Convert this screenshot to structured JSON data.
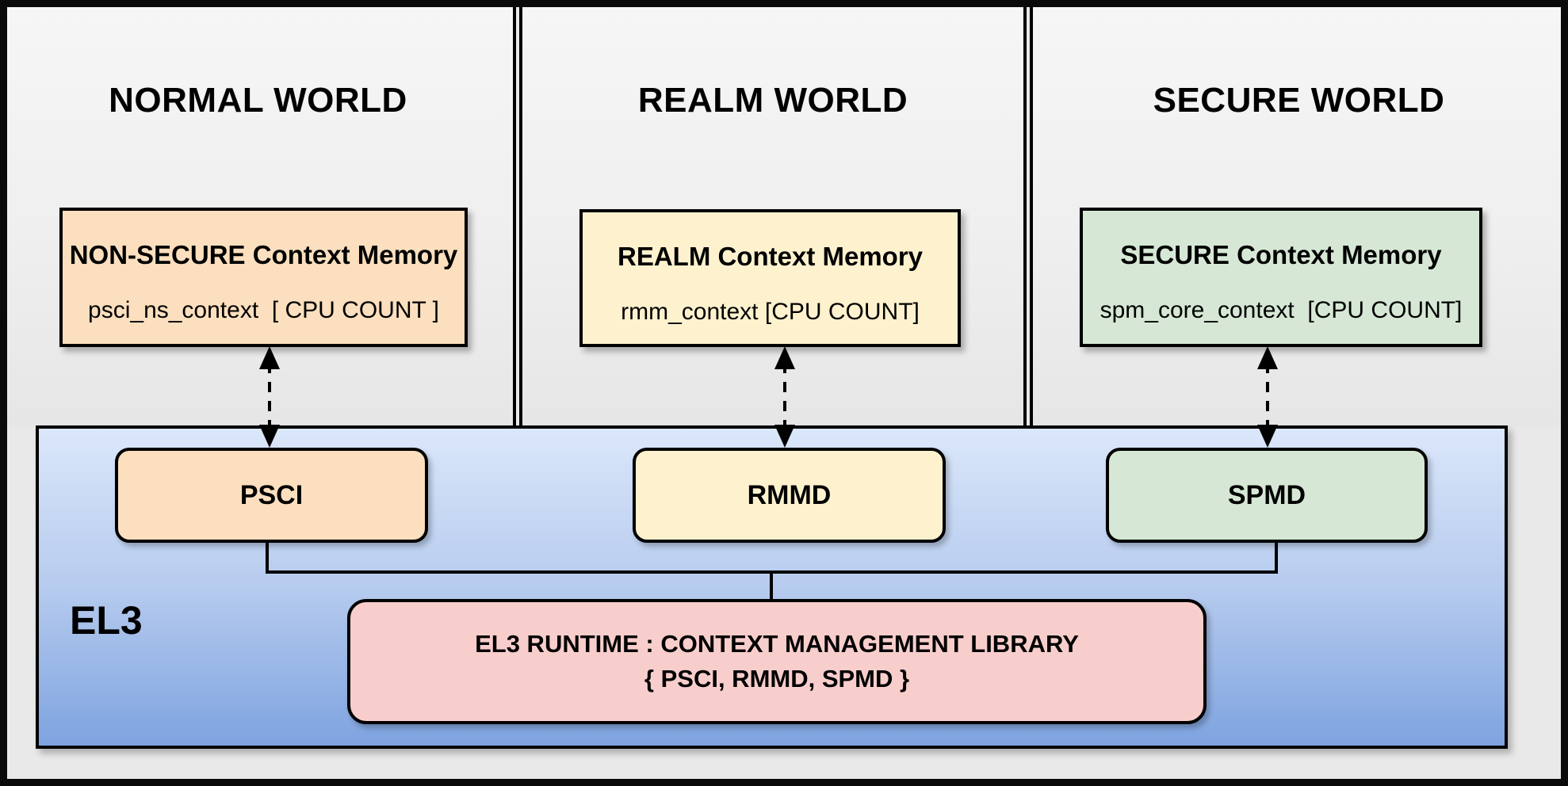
{
  "worlds": [
    {
      "title": "NORMAL WORLD",
      "context_box": {
        "title": "NON-SECURE Context Memory",
        "subtitle": "psci_ns_context  [ CPU COUNT ]",
        "fill": "#fbdfbe"
      },
      "service_box": {
        "label": "PSCI",
        "fill": "#fbdfbe"
      }
    },
    {
      "title": "REALM WORLD",
      "context_box": {
        "title": "REALM Context Memory",
        "subtitle": "rmm_context [CPU COUNT]",
        "fill": "#fef2ce"
      },
      "service_box": {
        "label": "RMMD",
        "fill": "#fef2ce"
      }
    },
    {
      "title": "SECURE WORLD",
      "context_box": {
        "title": "SECURE Context Memory",
        "subtitle": "spm_core_context  [CPU COUNT]",
        "fill": "#d6e8d5"
      },
      "service_box": {
        "label": "SPMD",
        "fill": "#d6e8d5"
      }
    }
  ],
  "el3": {
    "label": "EL3",
    "runtime_box": {
      "line1": "EL3 RUNTIME : CONTEXT MANAGEMENT LIBRARY",
      "line2": "{ PSCI, RMMD, SPMD }",
      "fill": "#f8cecc"
    }
  },
  "colors": {
    "line": "#000000",
    "canvas_background": "#e9e9e9",
    "panel_gradient_top": "#f6f6f6",
    "panel_gradient_bottom": "#e6e6e6",
    "el3_gradient_top": "#dbe7fa",
    "el3_gradient_bottom": "#7ea3e0",
    "peach": "#fbdfbe",
    "yellow": "#fef2ce",
    "green": "#d6e8d5",
    "pink": "#f8cecc"
  }
}
